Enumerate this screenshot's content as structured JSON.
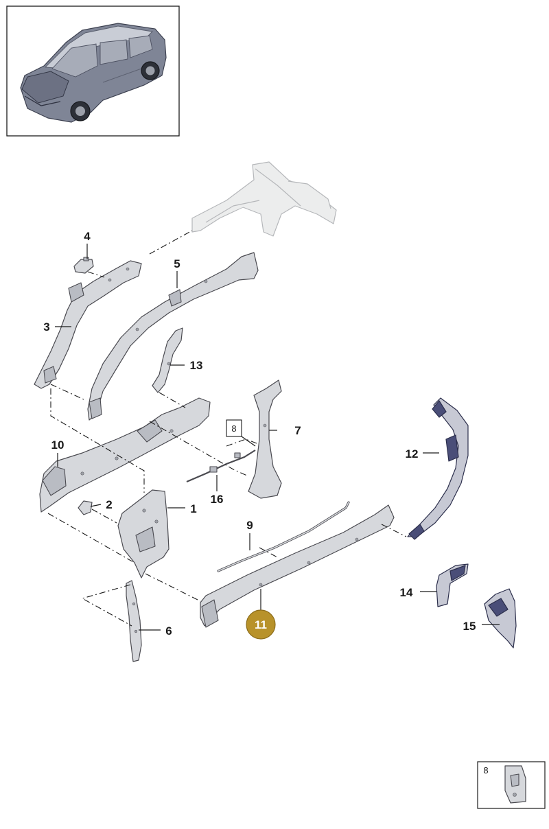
{
  "callouts": {
    "c1": "1",
    "c2": "2",
    "c3": "3",
    "c4": "4",
    "c5": "5",
    "c6": "6",
    "c7": "7",
    "c8": "8",
    "c9": "9",
    "c10": "10",
    "c11": "11",
    "c12": "12",
    "c13": "13",
    "c14": "14",
    "c15": "15",
    "c16": "16"
  },
  "inset_ref": {
    "label": "8"
  },
  "colors": {
    "highlight": "#b8922a",
    "part_grey": "#d6d8dc",
    "part_dark": "#4a4e78"
  }
}
